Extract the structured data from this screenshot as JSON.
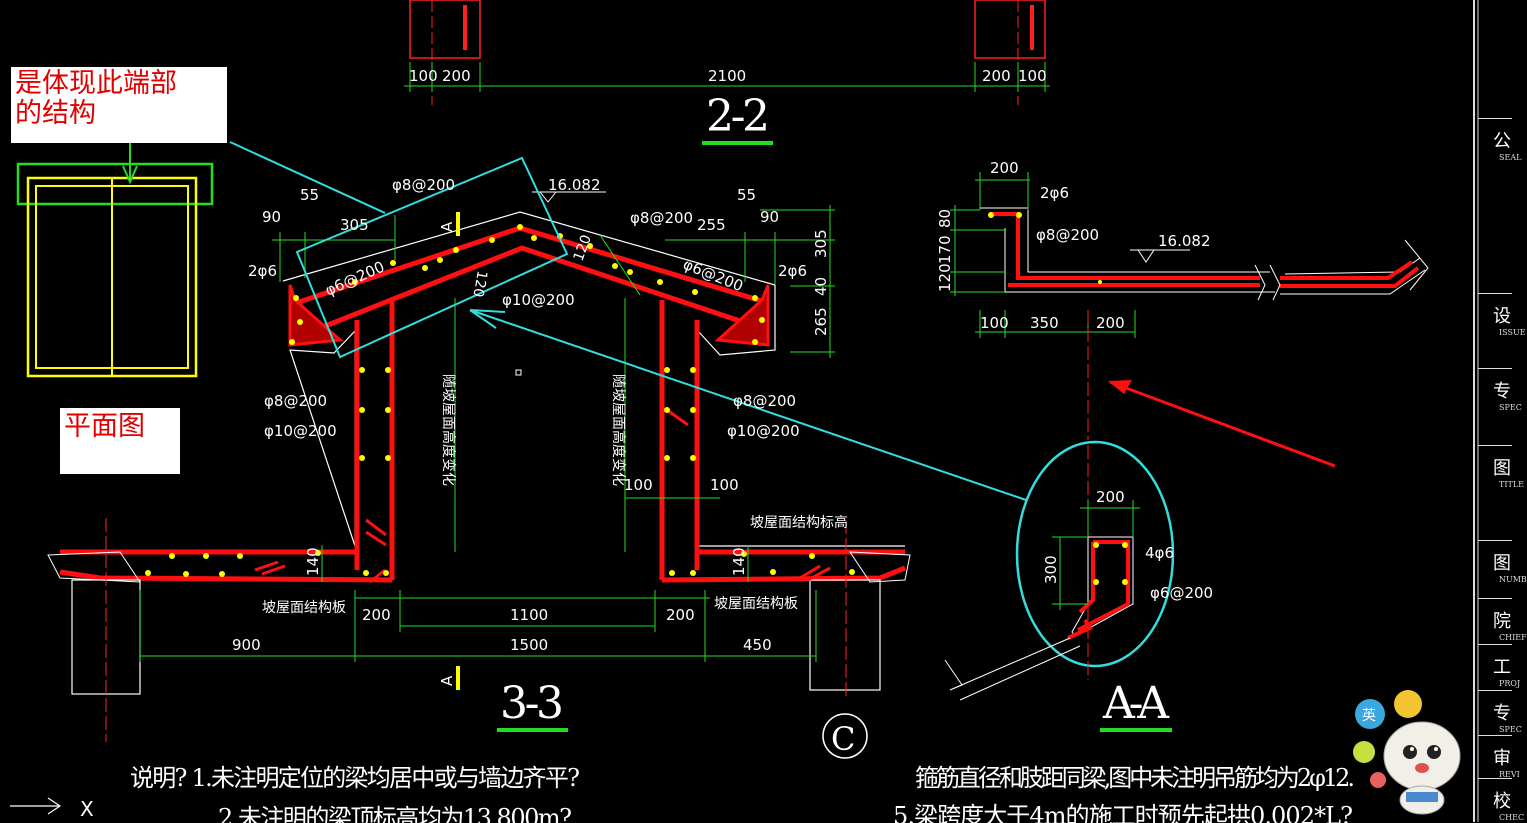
{
  "annotation": {
    "end_note": "是体现此端部\n的结构",
    "plan_label": "平面图"
  },
  "section_22": {
    "title": "2-2",
    "dims": [
      "100",
      "200",
      "2100",
      "200",
      "100"
    ]
  },
  "section_33": {
    "title": "3-3",
    "elevation": "16.082",
    "cut_mark": "A",
    "labels": {
      "phi8_200_top": "φ8@200",
      "phi8_200_right": "φ8@200",
      "phi6_200_left": "φ6@200",
      "phi6_200_right": "φ6@200",
      "phi10_200_top": "φ10@200",
      "phi8_200_wall_l": "φ8@200",
      "phi10_200_wall_l": "φ10@200",
      "phi8_200_wall_r": "φ8@200",
      "phi10_200_wall_r": "φ10@200",
      "bar_2phi6_l": "2φ6",
      "bar_2phi6_r": "2φ6",
      "var_height_l": "随坡屋面高度变化",
      "var_height_r": "随坡屋面高度变化",
      "slab_l": "坡屋面结构板",
      "slab_r": "坡屋面结构板",
      "slab_elev": "坡屋面结构标高"
    },
    "dims": {
      "d55_l": "55",
      "d90_l": "90",
      "d305_l": "305",
      "d55_r": "55",
      "d255": "255",
      "d90_r": "90",
      "d305_v": "305",
      "d40_v": "40",
      "d265_v": "265",
      "d120_a": "120",
      "d120_b": "120",
      "d100_l": "100",
      "d100_r": "100",
      "d140_l": "140",
      "d140_r": "140",
      "d200_l": "200",
      "d1100": "1100",
      "d200_r": "200",
      "d900": "900",
      "d1500": "1500",
      "d450": "450"
    },
    "grid_axis": "C"
  },
  "detail_top": {
    "dims": [
      "200",
      "80",
      "170",
      "120",
      "100",
      "350",
      "200"
    ],
    "bar": "2φ6",
    "stirrup": "φ8@200",
    "elevation": "16.082"
  },
  "section_aa": {
    "title": "A-A",
    "dim_w": "200",
    "dim_h": "300",
    "bar": "4φ6",
    "stirrup": "φ6@200"
  },
  "notes": {
    "left_line1": "说明?   1.未注明定位的梁均居中或与墙边齐平?",
    "left_line2": "2.未注明的梁顶标高均为13.800m?",
    "right_line1": "箍筋直径和肢距同梁,图中未注明吊筋均为2φ12.",
    "right_line2": "5.梁跨度大于4m的施工时预先起拱0.002*L?"
  },
  "ucs": "X",
  "title_block": [
    {
      "cn": "公",
      "en": "SEAL"
    },
    {
      "cn": "设",
      "en": "ISSUE"
    },
    {
      "cn": "专",
      "en": "SPEC"
    },
    {
      "cn": "图",
      "en": "TITLE"
    },
    {
      "cn": "图",
      "en": "NUMB"
    },
    {
      "cn": "院",
      "en": "CHIEF"
    },
    {
      "cn": "工",
      "en": "PROJ"
    },
    {
      "cn": "专",
      "en": "SPEC"
    },
    {
      "cn": "审",
      "en": "REVI"
    },
    {
      "cn": "校",
      "en": "CHEC"
    }
  ],
  "sticker": {
    "badge": "英"
  },
  "colors": {
    "background": "#000000",
    "rebar": "#ff1010",
    "dimension": "#22dd22",
    "text": "#ffffff",
    "highlight": "#33dddd",
    "yellow": "#ffff00"
  }
}
